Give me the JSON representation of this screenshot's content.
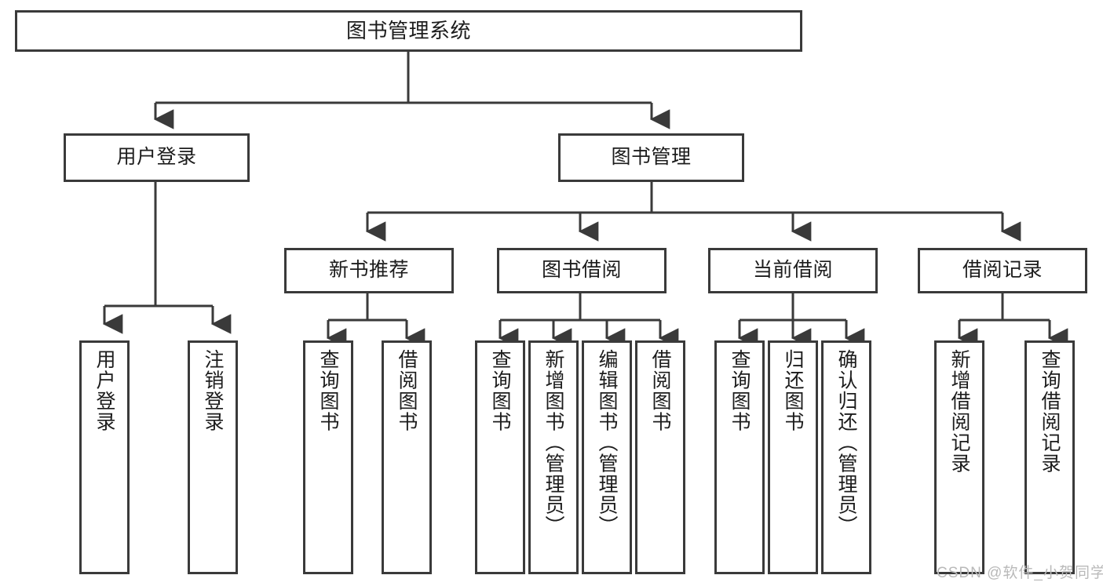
{
  "diagram": {
    "title": "图书管理系统",
    "type": "functional-structure-tree",
    "root": {
      "label": "图书管理系统"
    },
    "level2": [
      {
        "id": "user-login",
        "label": "用户登录"
      },
      {
        "id": "book-manage",
        "label": "图书管理"
      }
    ],
    "level3": [
      {
        "id": "new-book-rec",
        "label": "新书推荐",
        "parent": "book-manage"
      },
      {
        "id": "book-borrow",
        "label": "图书借阅",
        "parent": "book-manage"
      },
      {
        "id": "current-borrow",
        "label": "当前借阅",
        "parent": "book-manage"
      },
      {
        "id": "borrow-record",
        "label": "借阅记录",
        "parent": "book-manage"
      }
    ],
    "leaves": [
      {
        "id": "leaf-user-login",
        "label": "用户登录",
        "parent": "user-login"
      },
      {
        "id": "leaf-logout-login",
        "label": "注销登录",
        "parent": "user-login"
      },
      {
        "id": "leaf-query-book-1",
        "label": "查询图书",
        "parent": "new-book-rec"
      },
      {
        "id": "leaf-borrow-book-1",
        "label": "借阅图书",
        "parent": "new-book-rec"
      },
      {
        "id": "leaf-query-book-2",
        "label": "查询图书",
        "parent": "book-borrow"
      },
      {
        "id": "leaf-add-book",
        "label": "新增图书（管理员）",
        "parent": "book-borrow"
      },
      {
        "id": "leaf-edit-book",
        "label": "编辑图书（管理员）",
        "parent": "book-borrow"
      },
      {
        "id": "leaf-borrow-book-2",
        "label": "借阅图书",
        "parent": "book-borrow"
      },
      {
        "id": "leaf-query-book-3",
        "label": "查询图书",
        "parent": "current-borrow"
      },
      {
        "id": "leaf-return-book",
        "label": "归还图书",
        "parent": "current-borrow"
      },
      {
        "id": "leaf-confirm-return",
        "label": "确认归还（管理员）",
        "parent": "current-borrow"
      },
      {
        "id": "leaf-add-record",
        "label": "新增借阅记录",
        "parent": "borrow-record"
      },
      {
        "id": "leaf-query-record",
        "label": "查询借阅记录",
        "parent": "borrow-record"
      }
    ],
    "colors": {
      "stroke": "#3a3a3a",
      "fill": "#ffffff",
      "text": "#1c1c1c",
      "watermark": "#b9b9b9"
    }
  },
  "watermark": {
    "text": "CSDN @软件_小贺同学"
  }
}
